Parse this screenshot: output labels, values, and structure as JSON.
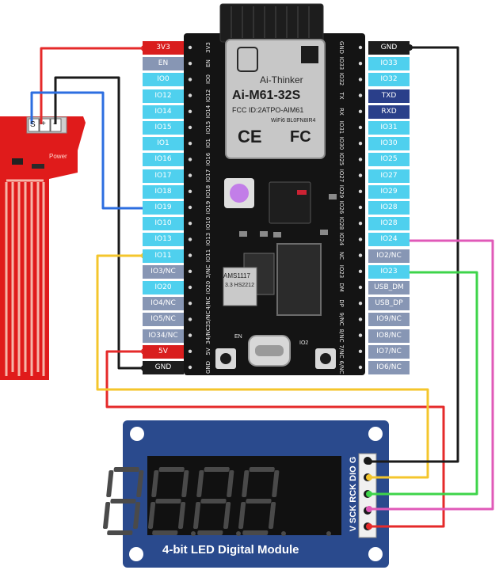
{
  "module": {
    "brand": "Ai-Thinker",
    "model": "Ai-M61-32S",
    "fcc": "FCC ID:2ATPO-AIM61",
    "wifi": "WiFi6  BL0FN8IR4",
    "ce": "CE",
    "fc": "FC",
    "regulator": "AMS1117",
    "regulator_sub": "3.3  HS2212",
    "button_left": "EN",
    "button_right": "IO2"
  },
  "left_pins": [
    "3V3",
    "EN",
    "IO0",
    "IO12",
    "IO14",
    "IO15",
    "IO1",
    "IO16",
    "IO17",
    "IO18",
    "IO19",
    "IO10",
    "IO13",
    "IO11",
    "IO3/NC",
    "IO20",
    "IO4/NC",
    "IO5/NC",
    "IO34/NC",
    "5V",
    "GND"
  ],
  "right_pins": [
    "GND",
    "IO33",
    "IO32",
    "TXD",
    "RXD",
    "IO31",
    "IO30",
    "IO25",
    "IO27",
    "IO29",
    "IO28",
    "IO28",
    "IO24",
    "IO2/NC",
    "IO23",
    "USB_DM",
    "USB_DP",
    "IO9/NC",
    "IO8/NC",
    "IO7/NC",
    "IO6/NC"
  ],
  "left_silk": [
    "3V3",
    "EN",
    "IO0",
    "IO12",
    "IO14",
    "IO15",
    "IO1",
    "IO16",
    "IO17",
    "IO18",
    "IO19",
    "IO10",
    "IO13",
    "IO11",
    "3/NC",
    "IO20",
    "4/NC",
    "35/NC",
    "34/NC",
    "5V",
    "GND"
  ],
  "right_silk": [
    "GND",
    "IO33",
    "IO32",
    "TX",
    "RX",
    "IO31",
    "IO30",
    "IO25",
    "IO27",
    "IO29",
    "IO26",
    "IO28",
    "IO24",
    "NC",
    "IO23",
    "DM",
    "DP",
    "9/NC",
    "8/NC",
    "7/NC",
    "6/NC"
  ],
  "sensor": {
    "pins": [
      "S",
      "+",
      "-"
    ],
    "label": "Power"
  },
  "display": {
    "title": "4-bit LED Digital Module",
    "pin_labels": "V SCK RCK DIO G"
  },
  "colors": {
    "board": "#141414",
    "sensor": "#e01b1b",
    "display_pcb": "#2a4a8d",
    "wire_red": "#e52a2a",
    "wire_black": "#1a1a1a",
    "wire_blue": "#2c6ee0",
    "wire_yellow": "#f4c62c",
    "wire_pink": "#e05ab8",
    "wire_green": "#3ed44a"
  }
}
